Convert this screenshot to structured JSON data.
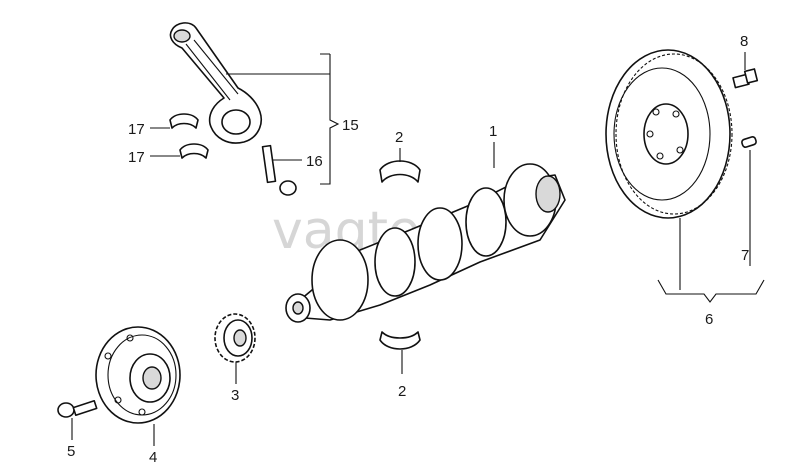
{
  "watermark": "vagtec.ru",
  "labels": {
    "crankshaft": "1",
    "bearing_shell_upper": "2",
    "bearing_shell_lower": "2",
    "crank_sprocket": "3",
    "vibration_damper": "4",
    "damper_bolt": "5",
    "flywheel_assembly": "6",
    "dowel_pin": "7",
    "flywheel_bolt": "8",
    "connecting_rod_assembly": "15",
    "conrod_bolt": "16",
    "conrod_bearing_upper": "17",
    "conrod_bearing_lower": "17"
  }
}
